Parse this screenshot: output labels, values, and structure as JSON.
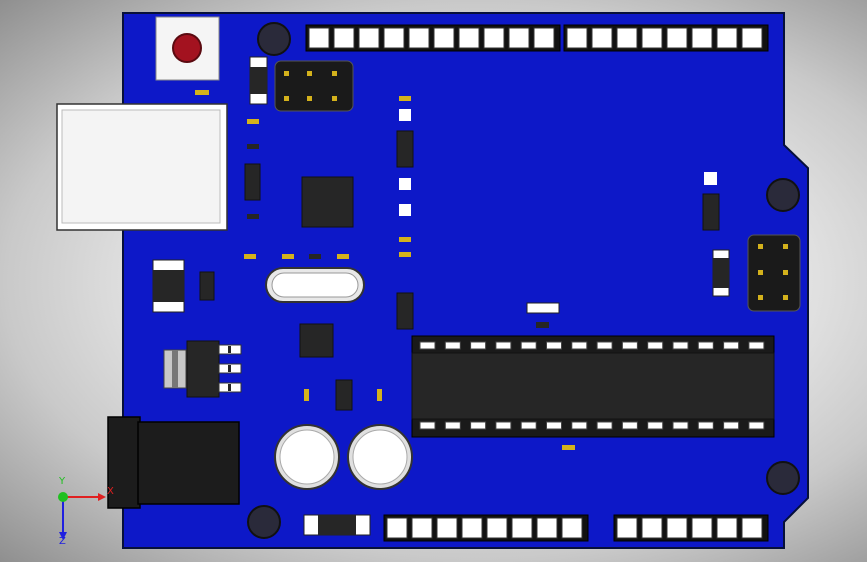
{
  "viewport": {
    "title": ""
  },
  "triad": {
    "x_label": "X",
    "y_label": "Y",
    "z_label": "Z",
    "colors": {
      "x": "#e02020",
      "y": "#20c020",
      "z": "#2020e0"
    }
  },
  "colors": {
    "board": "#0d18c8",
    "board_edge": "#0a0a30",
    "ic": "#262626",
    "header": "#111111",
    "pin": "#ffffff",
    "pad": "#d4b21c",
    "reset_button": "#a3121f"
  }
}
